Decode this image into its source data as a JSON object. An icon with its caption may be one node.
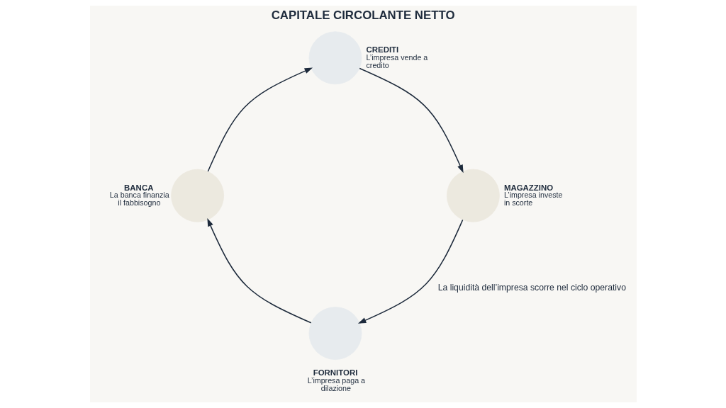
{
  "diagram": {
    "title": "CAPITALE CIRCOLANTE NETTO",
    "nodes": [
      {
        "text": [
          "CREDITI",
          "L’impresa vende a credito"
        ]
      },
      {
        "text": [
          "BANCA",
          "La banca finanzia il fabbisogno"
        ]
      },
      {
        "text": [
          "MAGAZZINO",
          "L’impresa investe in scorte"
        ]
      },
      {
        "text": [
          "FORNITORI",
          "L’impresa paga a dilazione"
        ]
      }
    ],
    "edges": [
      {
        "from": 1,
        "to": 0,
        "arrow": "to"
      },
      {
        "from": 0,
        "to": 2,
        "arrow": "to"
      },
      {
        "from": 2,
        "to": 3,
        "arrow": "to"
      },
      {
        "from": 3,
        "to": 1,
        "arrow": "to"
      }
    ],
    "labels": [
      "La liquidità dell’impresa scorre nel ciclo operativo"
    ]
  }
}
